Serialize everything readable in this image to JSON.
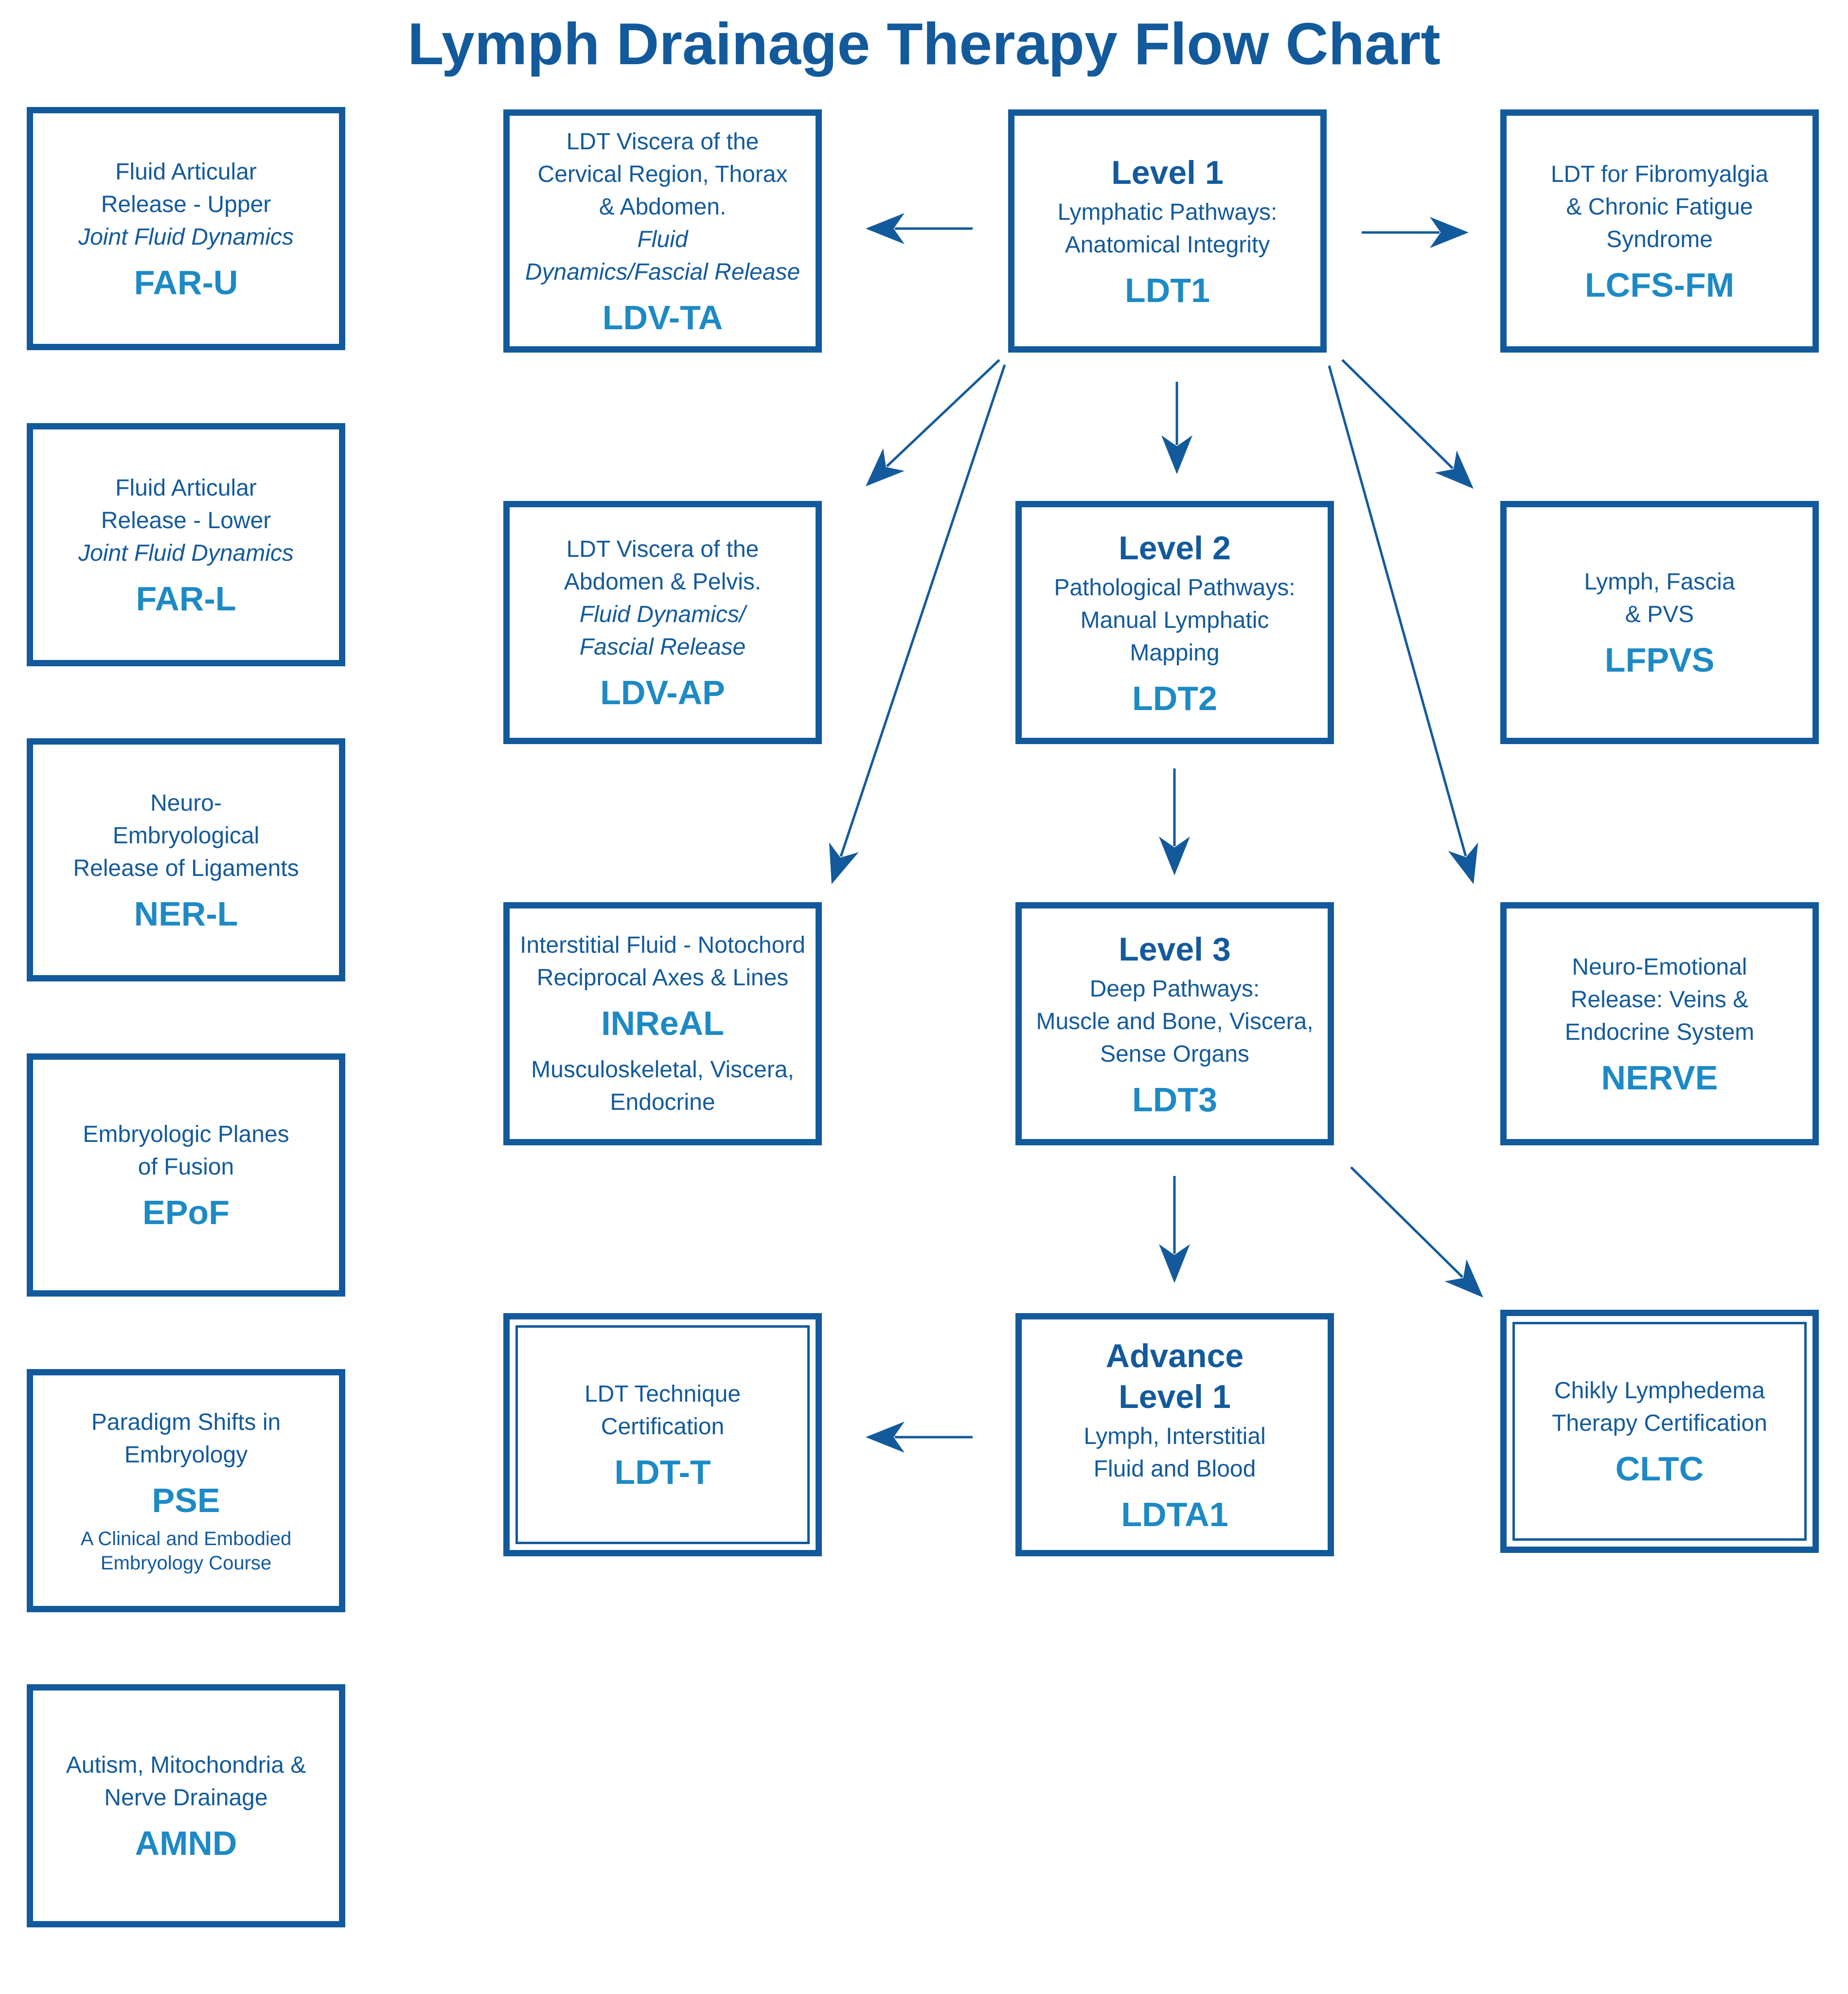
{
  "title": "Lymph Drainage Therapy Flow Chart",
  "colors": {
    "primary": "#135a9c",
    "code": "#1d8ac5",
    "background": "#ffffff"
  },
  "left_column": [
    {
      "text": "Fluid Articular\nRelease - Upper",
      "italic": "Joint Fluid Dynamics",
      "code": "FAR-U"
    },
    {
      "text": "Fluid Articular\nRelease - Lower",
      "italic": "Joint Fluid Dynamics",
      "code": "FAR-L"
    },
    {
      "text": "Neuro-\nEmbryological\nRelease of Ligaments",
      "code": "NER-L"
    },
    {
      "text": "Embryologic Planes\nof Fusion",
      "code": "EPoF"
    },
    {
      "text": "Paradigm Shifts in\nEmbryology",
      "code": "PSE",
      "note": "A Clinical and Embodied\nEmbryology Course"
    },
    {
      "text": "Autism, Mitochondria &\nNerve Drainage",
      "code": "AMND"
    }
  ],
  "nodes": {
    "ldv_ta": {
      "text": "LDT Viscera of the\nCervical Region, Thorax\n& Abdomen.",
      "italic": "Fluid\nDynamics/Fascial Release",
      "code": "LDV-TA"
    },
    "ldt1": {
      "level": "Level 1",
      "text": "Lymphatic Pathways:\nAnatomical Integrity",
      "code": "LDT1"
    },
    "lcfs_fm": {
      "text": "LDT for Fibromyalgia\n& Chronic Fatigue\nSyndrome",
      "code": "LCFS-FM"
    },
    "ldv_ap": {
      "text": "LDT Viscera of the\nAbdomen & Pelvis.",
      "italic": "Fluid Dynamics/\nFascial Release",
      "code": "LDV-AP"
    },
    "ldt2": {
      "level": "Level 2",
      "text": "Pathological Pathways:\nManual Lymphatic\nMapping",
      "code": "LDT2"
    },
    "lfpvs": {
      "text": "Lymph, Fascia\n& PVS",
      "code": "LFPVS"
    },
    "inreal": {
      "text": "Interstitial Fluid - Notochord\nReciprocal Axes & Lines",
      "code": "INReAL",
      "after": "Musculoskeletal, Viscera,\nEndocrine"
    },
    "ldt3": {
      "level": "Level 3",
      "text": "Deep Pathways:\nMuscle and Bone, Viscera,\nSense Organs",
      "code": "LDT3"
    },
    "nerve": {
      "text": "Neuro-Emotional\nRelease: Veins &\nEndocrine System",
      "code": "NERVE"
    },
    "ldt_t": {
      "text": "LDT Technique\nCertification",
      "code": "LDT-T"
    },
    "ldta1": {
      "level": "Advance\nLevel 1",
      "text": "Lymph, Interstitial\nFluid and Blood",
      "code": "LDTA1"
    },
    "cltc": {
      "text": "Chikly Lymphedema\nTherapy Certification",
      "code": "CLTC"
    }
  },
  "edges": [
    {
      "from": "LDT1",
      "to": "LDV-TA"
    },
    {
      "from": "LDT1",
      "to": "LCFS-FM"
    },
    {
      "from": "LDT1",
      "to": "LDV-AP"
    },
    {
      "from": "LDT1",
      "to": "LDT2"
    },
    {
      "from": "LDT1",
      "to": "LFPVS"
    },
    {
      "from": "LDT1",
      "to": "INReAL"
    },
    {
      "from": "LDT1",
      "to": "NERVE"
    },
    {
      "from": "LDT2",
      "to": "LDT3"
    },
    {
      "from": "LDT3",
      "to": "LDTA1"
    },
    {
      "from": "LDT3",
      "to": "CLTC"
    },
    {
      "from": "LDTA1",
      "to": "LDT-T"
    }
  ]
}
